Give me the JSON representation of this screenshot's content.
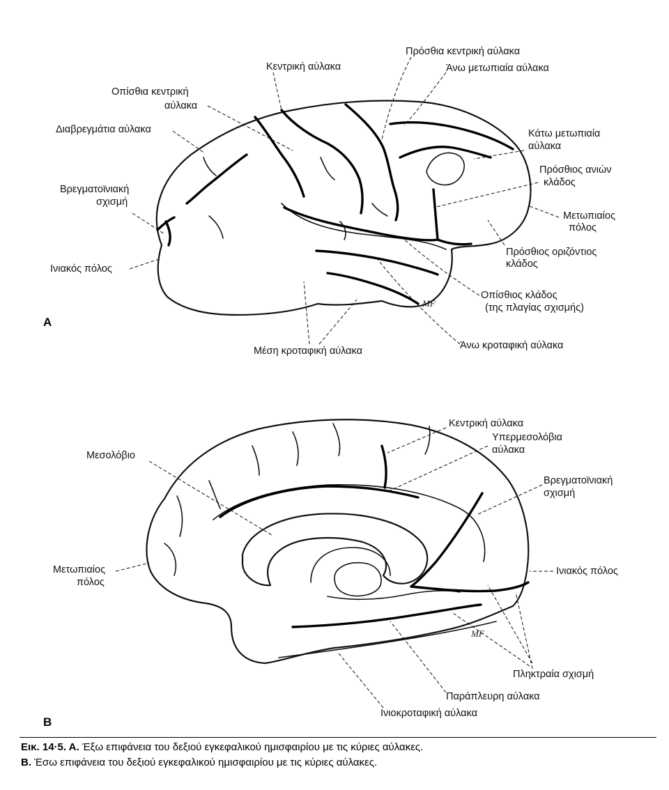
{
  "figure_a": {
    "panel_letter": "A",
    "labels": {
      "central_sulcus": "Κεντρική αύλακα",
      "precentral_sulcus": "Πρόσθια κεντρική αύλακα",
      "superior_frontal_sulcus": "Άνω μετωπιαία αύλακα",
      "postcentral_sulcus_1": "Οπίσθια κεντρική",
      "postcentral_sulcus_2": "αύλακα",
      "intraparietal_sulcus": "Διαβρεγμάτια αύλακα",
      "inferior_frontal_sulcus_1": "Κάτω μετωπιαία",
      "inferior_frontal_sulcus_2": "αύλακα",
      "ascending_ramus_1": "Πρόσθιος ανιών",
      "ascending_ramus_2": "κλάδος",
      "parieto_occipital_1": "Βρεγματοϊνιακή",
      "parieto_occipital_2": "σχισμή",
      "frontal_pole_1": "Μετωπιαίος",
      "frontal_pole_2": "πόλος",
      "horizontal_ramus_1": "Πρόσθιος οριζόντιος",
      "horizontal_ramus_2": "κλάδος",
      "occipital_pole": "Ινιακός πόλος",
      "posterior_ramus_1": "Οπίσθιος κλάδος",
      "posterior_ramus_2": "(της πλαγίας σχισμής)",
      "middle_temporal_sulcus": "Μέση κροταφική αύλακα",
      "superior_temporal_sulcus": "Άνω κροταφική αύλακα"
    },
    "signature": "MF"
  },
  "figure_b": {
    "panel_letter": "B",
    "labels": {
      "central_sulcus": "Κεντρική αύλακα",
      "supracallosal_1": "Υπερμεσολόβια",
      "supracallosal_2": "αύλακα",
      "corpus_callosum": "Μεσολόβιο",
      "parieto_occipital_1": "Βρεγματοϊνιακή",
      "parieto_occipital_2": "σχισμή",
      "frontal_pole_1": "Μετωπιαίος",
      "frontal_pole_2": "πόλος",
      "occipital_pole": "Ινιακός πόλος",
      "calcarine_fissure": "Πληκτραία σχισμή",
      "collateral_sulcus": "Παράπλευρη αύλακα",
      "occipitotemporal_sulcus": "Ινιοκροταφική αύλακα"
    },
    "signature": "MF"
  },
  "caption": {
    "line1_prefix": "Εικ. 14·5. Α.",
    "line1_text": " Έξω επιφάνεια του δεξιού εγκεφαλικού ημισφαιρίου με τις κύριες αύλακες.",
    "line2_prefix": "Β.",
    "line2_text": " Έσω επιφάνεια του δεξιού εγκεφαλικού ημισφαιρίου με τις κύριες αύλακες."
  }
}
